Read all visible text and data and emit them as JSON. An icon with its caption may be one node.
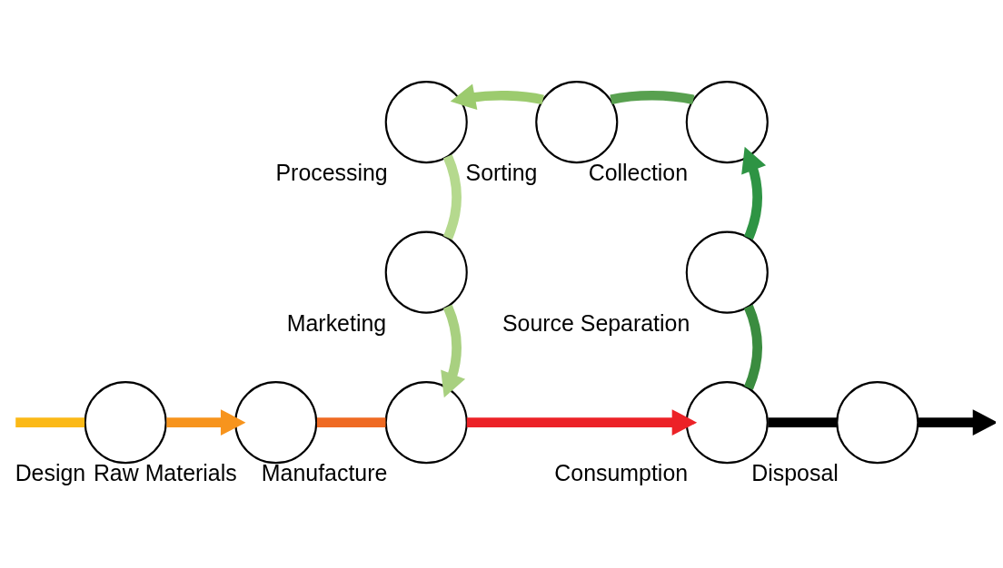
{
  "diagram": {
    "nodes": [
      {
        "text": [],
        "shape": "circle",
        "beside": [
          "Design"
        ]
      },
      {
        "text": [],
        "shape": "circle",
        "beside": [
          "Raw Materials"
        ]
      },
      {
        "text": [],
        "shape": "circle",
        "beside": [
          "Manufacture"
        ]
      },
      {
        "text": [],
        "shape": "circle",
        "beside": [
          "Consumption"
        ]
      },
      {
        "text": [],
        "shape": "circle",
        "beside": [
          "Disposal"
        ]
      },
      {
        "text": [],
        "shape": "circle",
        "beside": [
          "Source Separation"
        ]
      },
      {
        "text": [],
        "shape": "circle",
        "beside": [
          "Collection"
        ]
      },
      {
        "text": [],
        "shape": "circle",
        "beside": [
          "Sorting"
        ]
      },
      {
        "text": [],
        "shape": "circle",
        "beside": [
          "Processing"
        ]
      },
      {
        "text": [],
        "shape": "circle",
        "beside": [
          "Marketing"
        ]
      }
    ],
    "edges": [
      {
        "from": null,
        "to": 0,
        "arrow": "none",
        "color": "#fbb917"
      },
      {
        "from": 0,
        "to": 1,
        "arrow": "to",
        "color": "#f7941d"
      },
      {
        "from": 1,
        "to": 2,
        "arrow": "none",
        "color": "#ef6a23"
      },
      {
        "from": 2,
        "to": 3,
        "arrow": "to",
        "color": "#ec2227"
      },
      {
        "from": 3,
        "to": 4,
        "arrow": "none",
        "color": "#000000"
      },
      {
        "from": 4,
        "to": null,
        "arrow": "to",
        "color": "#000000"
      },
      {
        "from": 3,
        "to": 5,
        "arrow": "none",
        "color": "#3a8c3f"
      },
      {
        "from": 5,
        "to": 6,
        "arrow": "to",
        "color": "#2e9444"
      },
      {
        "from": 6,
        "to": 7,
        "arrow": "none",
        "color": "#58a04f"
      },
      {
        "from": 7,
        "to": 8,
        "arrow": "to",
        "color": "#9ccb6e"
      },
      {
        "from": 8,
        "to": 9,
        "arrow": "none",
        "color": "#b5d98e"
      },
      {
        "from": 9,
        "to": 2,
        "arrow": "to",
        "color": "#a8d080"
      }
    ]
  }
}
